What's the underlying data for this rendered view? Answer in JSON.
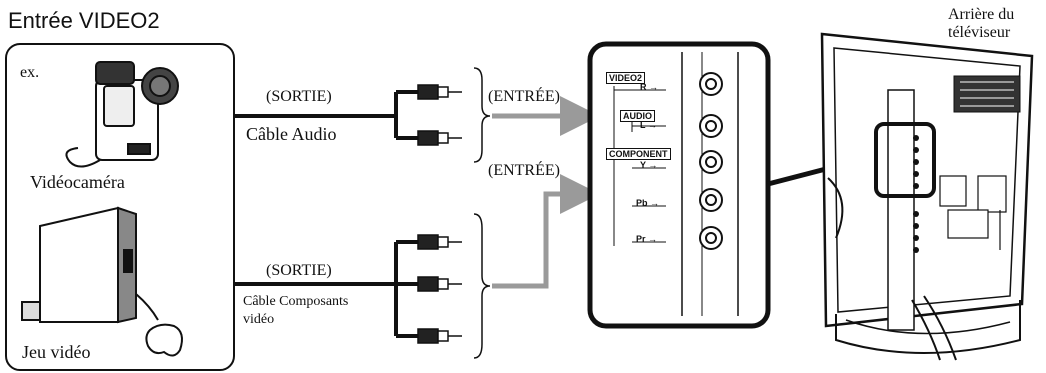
{
  "title": "Entrée VIDEO2",
  "tv_back_label_line1": "Arrière du",
  "tv_back_label_line2": "téléviseur",
  "example_prefix": "ex.",
  "camcorder_label": "Vidéocaméra",
  "game_label": "Jeu vidéo",
  "audio_output_label": "(SORTIE)",
  "audio_cable_label": "Câble Audio",
  "component_output_label": "(SORTIE)",
  "component_cable_label_line1": "Câble Composants",
  "component_cable_label_line2": "vidéo",
  "audio_input_label": "(ENTRÉE)",
  "component_input_label": "(ENTRÉE)",
  "panel": {
    "video2": "VIDEO2",
    "audio": "AUDIO",
    "component": "COMPONENT",
    "r": "R",
    "l": "L",
    "y": "Y",
    "pb": "Pb",
    "pr": "Pr"
  },
  "colors": {
    "ink": "#111111",
    "arrow": "#9a9a9a",
    "background": "#ffffff"
  }
}
